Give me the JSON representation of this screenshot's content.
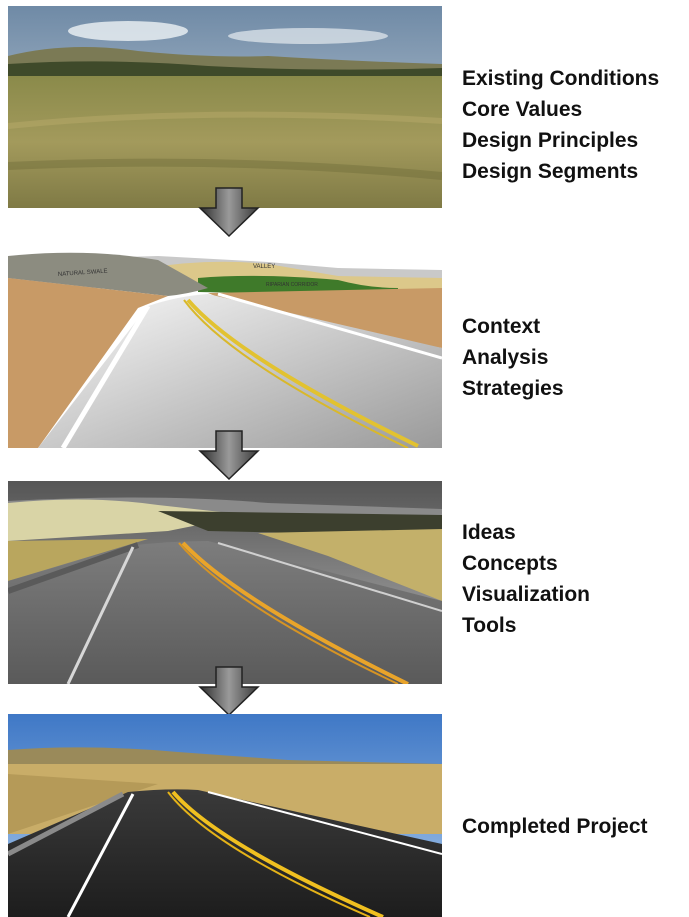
{
  "stages": [
    {
      "items": [
        "Existing Conditions",
        "Core Values",
        "Design Principles",
        "Design Segments"
      ]
    },
    {
      "items": [
        "Context",
        "Analysis",
        "Strategies"
      ]
    },
    {
      "items": [
        "Ideas",
        "Concepts",
        "Visualization",
        "Tools"
      ]
    },
    {
      "items": [
        "Completed Project"
      ]
    }
  ],
  "sketch_labels": {
    "swale": "NATURAL SWALE",
    "valley": "VALLEY",
    "riparian": "RIPARIAN CORRIDOR"
  }
}
